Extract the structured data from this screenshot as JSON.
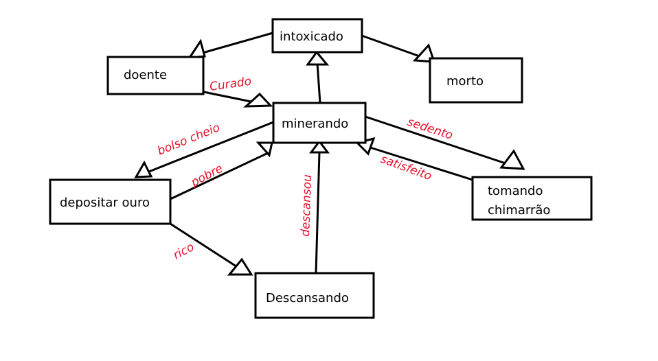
{
  "diagram": {
    "nodes": {
      "intoxicado": "intoxicado",
      "doente": "doente",
      "morto": "morto",
      "minerando": "minerando",
      "depositar_ouro": "depositar ouro",
      "tomando_chimarrao_1": "tomando",
      "tomando_chimarrao_2": "chimarrão",
      "descansando": "Descansando"
    },
    "edge_labels": {
      "curado": "Curado",
      "bolso_cheio": "bolso cheio",
      "pobre": "pobre",
      "descansou": "descansou",
      "sedento": "sedento",
      "satisfeito": "satisfeito",
      "rico": "rico"
    },
    "colors": {
      "stroke": "#000000",
      "annotation": "#e8102a",
      "background": "#ffffff"
    }
  }
}
